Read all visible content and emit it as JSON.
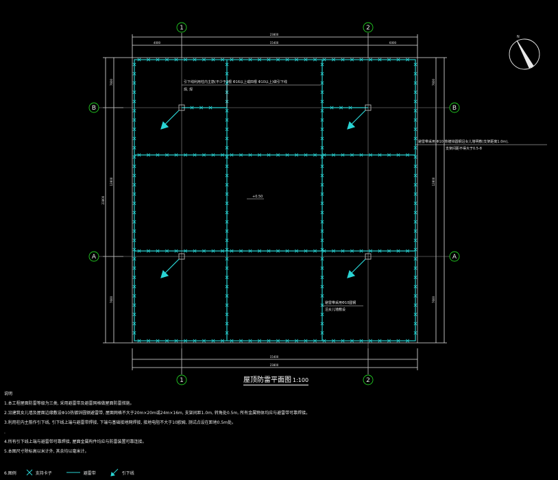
{
  "drawing": {
    "title": "屋顶防雷平面图",
    "scale": "1:100",
    "axes": {
      "columns": [
        "1",
        "2"
      ],
      "rows": [
        "B",
        "A"
      ]
    },
    "dimensions": {
      "top_total": "23800",
      "top_mid": "15400",
      "top_right": "6000",
      "top_left_small": "4000",
      "left_total": "23800",
      "left_top": "7600",
      "left_mid": "12800",
      "left_bottom": "7600",
      "right_top": "7600",
      "right_mid": "12800",
      "right_bottom": "7600"
    },
    "annotations": {
      "top_note": "引下线利用柱内主筋(不少于2根 Φ16以上或四根 Φ10以上)做引下线",
      "top_note_sub": "焊, 焊",
      "right_note": "避雷带采用 Φ10 热镀锌圆钢沿女儿墙明敷(支架距离1.0m),",
      "right_note_sub": "支架间距不得大于0.5-8",
      "center_level": "+0.50",
      "bottom_note": "避雷带采用Φ10圆钢",
      "bottom_note_sub": "沿女儿墙敷设"
    }
  },
  "notes": {
    "heading": "说明",
    "lines": [
      "1.本工程屋面防雷等级为三类, 采用避雷带及避雷网格做屋面防雷措施。",
      "2.沿建筑女儿墙及屋面边缘敷设Φ10热镀锌圆钢避雷带, 屋面网格不大于20m×20m或24m×16m, 支架间距1.0m, 转角处0.5m, 所有金属物体均应与避雷带可靠焊接。",
      "3.利用柱内主筋作引下线, 引下线上端与避雷带焊接, 下端与基础接地网焊接, 接地电阻不大于10欧姆, 测试点设在距地0.5m处。",
      ".",
      "4.所有引下线上端与避雷带可靠焊接, 屋面金属构件均应与防雷装置可靠连接。",
      "5.本图尺寸除标高以米计外, 其余均以毫米计。",
      "6.图例"
    ]
  },
  "legend": {
    "items": [
      {
        "icon": "cross-x-icon",
        "label": "支持卡子"
      },
      {
        "icon": "line-icon",
        "label": "避雷带"
      },
      {
        "icon": "arrow-icon",
        "label": "引下线"
      }
    ]
  },
  "colors": {
    "background": "#000000",
    "conductor": "#2ad4d4",
    "dimension": "#e8e8e8",
    "axis_bubble": "#22cc22",
    "leader": "#ffffff"
  }
}
